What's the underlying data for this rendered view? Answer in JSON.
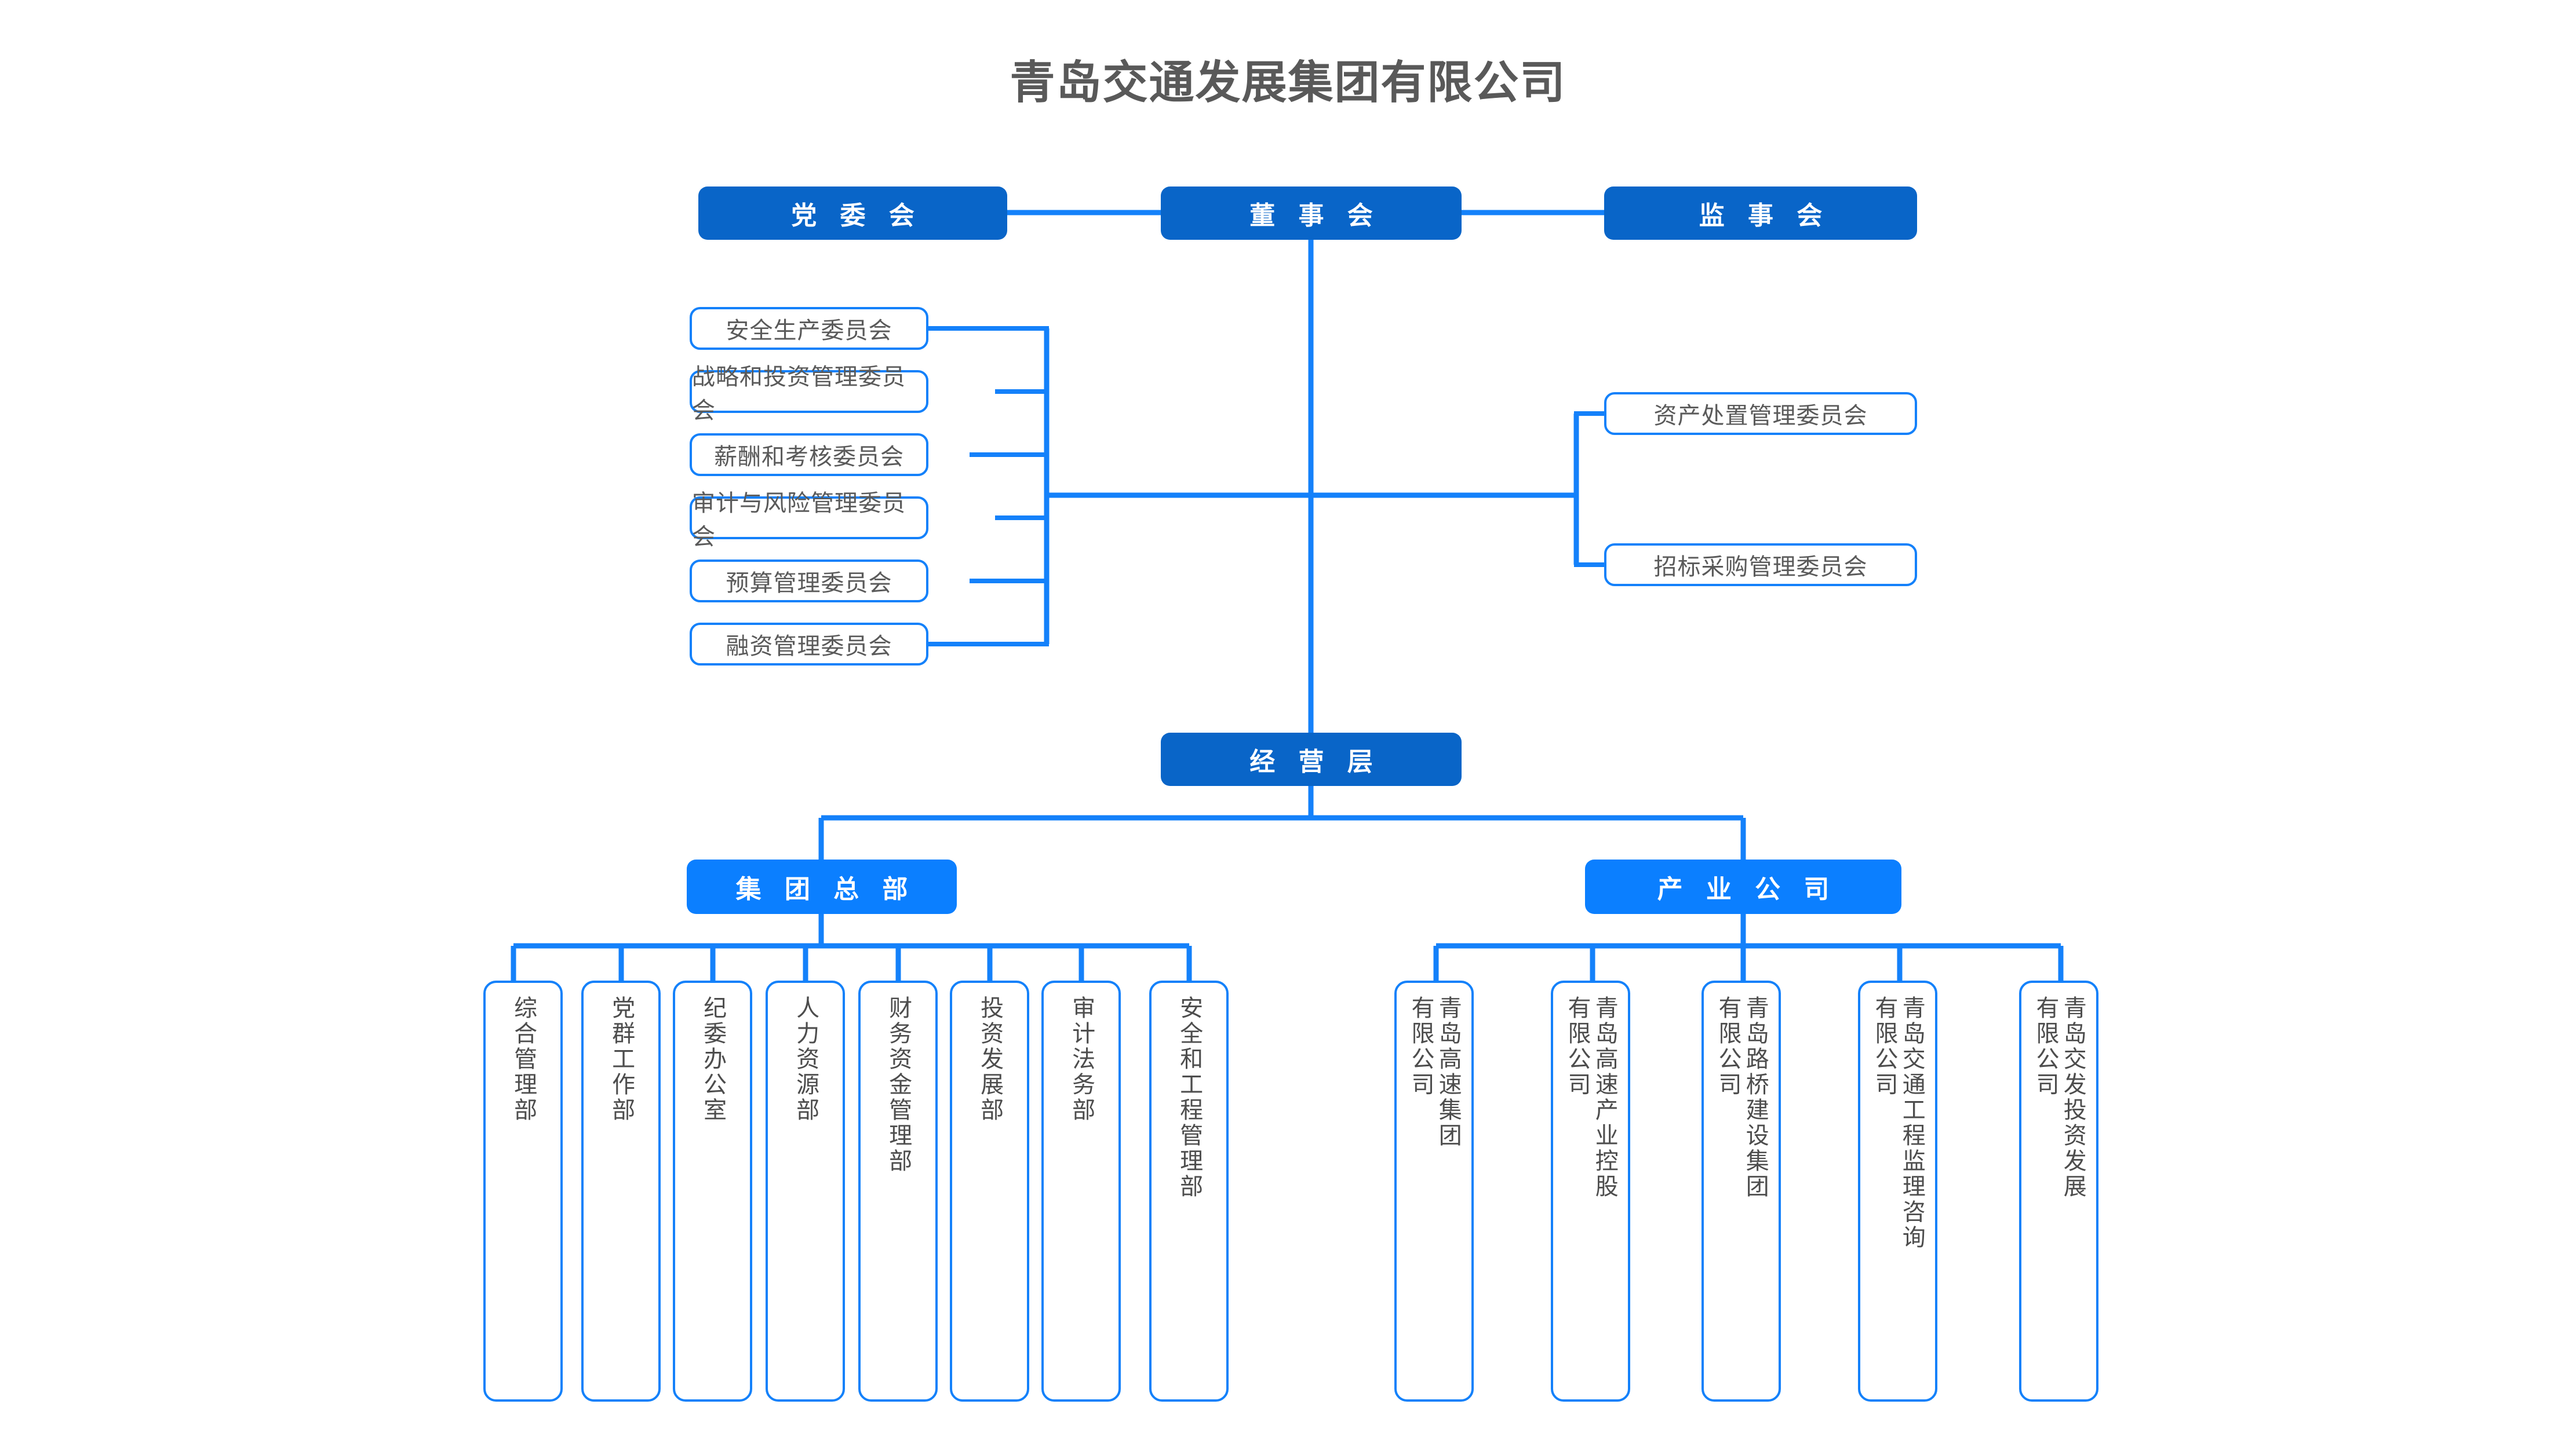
{
  "title": "青岛交通发展集团有限公司",
  "colors": {
    "primary_dark": "#0965C8",
    "primary_bright": "#0B7FFF",
    "line": "#1481FA",
    "box_border": "#1481FA",
    "title_text": "#595959",
    "box_text": "#4d4d4d",
    "canvas": "#ffffff"
  },
  "governance": {
    "party_committee": "党 委 会",
    "board_of_directors": "董 事 会",
    "supervisory_board": "监 事 会"
  },
  "left_committees": [
    {
      "label": "安全生产委员会"
    },
    {
      "label": "战略和投资管理委员会"
    },
    {
      "label": "薪酬和考核委员会"
    },
    {
      "label": "审计与风险管理委员会"
    },
    {
      "label": "预算管理委员会"
    },
    {
      "label": "融资管理委员会"
    }
  ],
  "right_committees": [
    {
      "label": "资产处置管理委员会"
    },
    {
      "label": "招标采购管理委员会"
    }
  ],
  "management": {
    "operating_layer": "经 营 层",
    "group_headquarters": "集 团 总 部",
    "industry_companies": "产 业 公 司"
  },
  "departments": [
    {
      "label": "综合管理部"
    },
    {
      "label": "党群工作部"
    },
    {
      "label": "纪委办公室"
    },
    {
      "label": "人力资源部"
    },
    {
      "label": "财务资金管理部"
    },
    {
      "label": "投资发展部"
    },
    {
      "label": "审计法务部"
    },
    {
      "label": "安全和工程管理部"
    }
  ],
  "companies": [
    {
      "col_right": "有限公司",
      "col_left": "青岛高速集团"
    },
    {
      "col_right": "有限公司",
      "col_left": "青岛高速产业控股"
    },
    {
      "col_right": "有限公司",
      "col_left": "青岛路桥建设集团"
    },
    {
      "col_right": "有限公司",
      "col_left": "青岛交通工程监理咨询"
    },
    {
      "col_right": "有限公司",
      "col_left": "青岛交发投资发展"
    }
  ]
}
